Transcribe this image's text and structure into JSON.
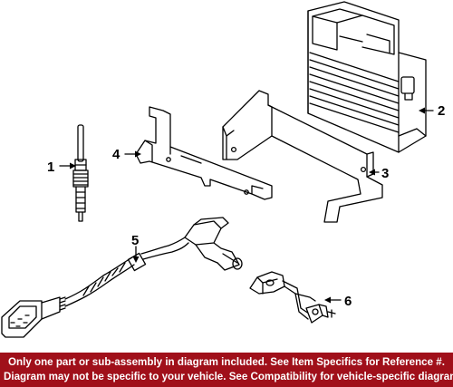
{
  "callouts": [
    {
      "num": "1",
      "part": "glow plug"
    },
    {
      "num": "2",
      "part": "engine control module"
    },
    {
      "num": "3",
      "part": "mounting bracket"
    },
    {
      "num": "4",
      "part": "mounting bracket"
    },
    {
      "num": "5",
      "part": "wiring harness connector sensor"
    },
    {
      "num": "6",
      "part": "sensor"
    }
  ],
  "footer": {
    "line1": "Only one part or sub-assembly in diagram included. See Item Specifics for Reference #.",
    "line2": "Diagram may not be specific to your vehicle. See Compatibility for vehicle-specific diagrams."
  },
  "colors": {
    "footer_bg": "#a0101a",
    "footer_text": "#ffffff",
    "line_art": "#000000"
  }
}
